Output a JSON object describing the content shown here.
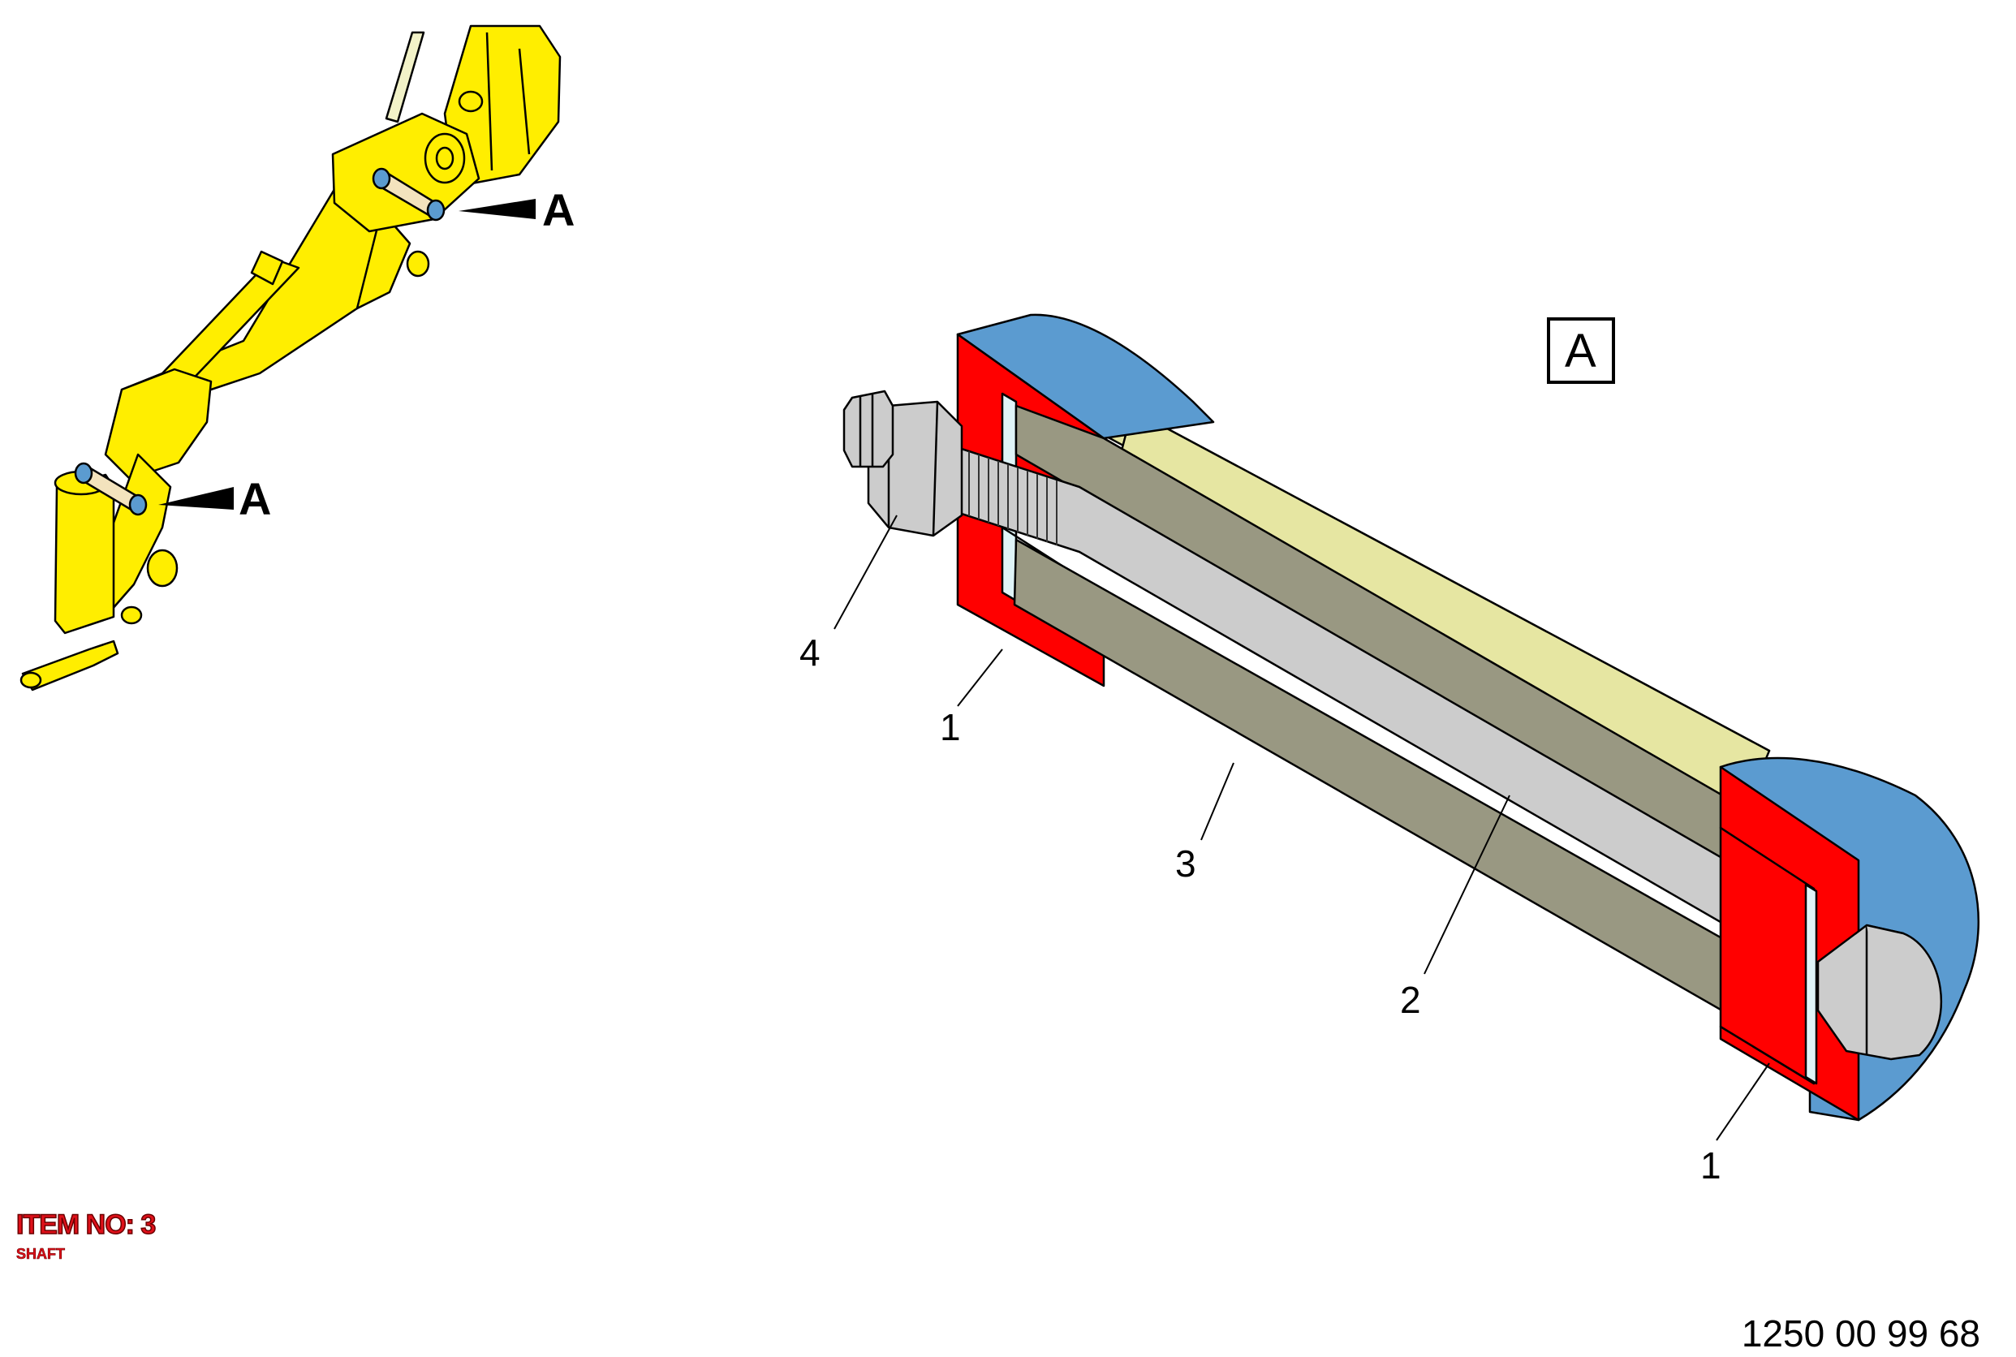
{
  "overview": {
    "view_marker_top": "A",
    "view_marker_bottom": "A"
  },
  "detail": {
    "view_label": "A",
    "callouts": {
      "c1_left": "1",
      "c1_right": "1",
      "c2": "2",
      "c3": "3",
      "c4": "4"
    }
  },
  "item": {
    "label": "ITEM NO: 3",
    "name": "SHAFT"
  },
  "drawing_number": "1250 00 99 68",
  "colors": {
    "boom_yellow": "#ffee00",
    "housing_blue": "#5b9bd0",
    "washer_red": "#ff0000",
    "bushing_olive": "#999882",
    "bushing_cream": "#e6e6a2",
    "bolt_grey": "#cccccc",
    "item_text_red": "#e0101a"
  }
}
